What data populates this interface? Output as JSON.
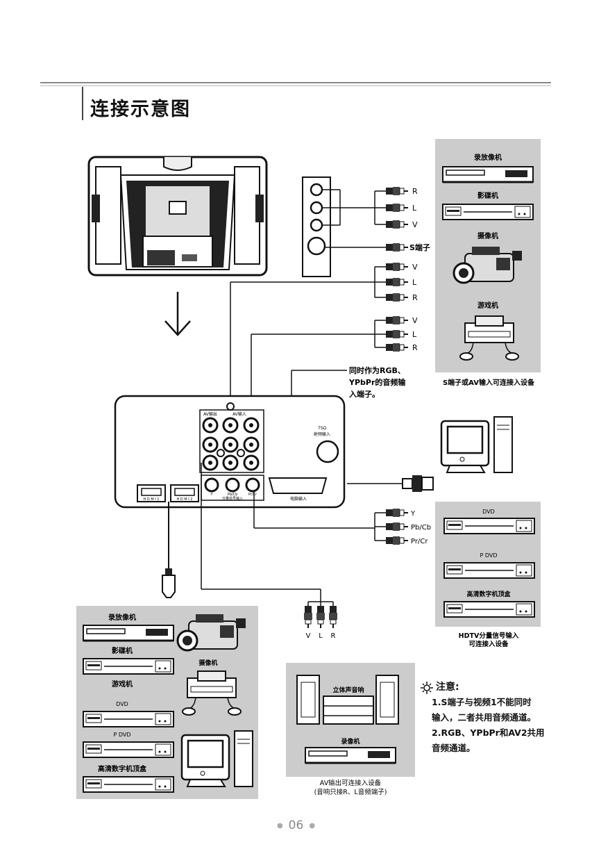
{
  "page": {
    "title": "连接示意图",
    "page_number": "06"
  },
  "panel_top_right": {
    "items": [
      "录放像机",
      "影碟机",
      "摄像机",
      "游戏机"
    ],
    "caption": "S端子或AV输入可连接入设备"
  },
  "panel_hdtv": {
    "items": [
      "DVD",
      "P DVD",
      "高清数字机顶盒"
    ],
    "caption_line1": "HDTV分量信号输入",
    "caption_line2": "可连接入设备"
  },
  "panel_bottom_left": {
    "items": [
      "录放像机",
      "影碟机",
      "游戏机",
      "摄像机",
      "DVD",
      "P DVD",
      "高清数字机顶盒"
    ]
  },
  "panel_bottom_mid": {
    "items": [
      "立体声音响",
      "录像机"
    ],
    "caption_line1": "AV输出可连接入设备",
    "caption_line2": "(音响只接R、L音频端子)"
  },
  "side_panel": {
    "plug_labels": [
      "R",
      "L",
      "V",
      "S端子"
    ]
  },
  "cables": {
    "group1": [
      "V",
      "L",
      "R"
    ],
    "group2": [
      "V",
      "L",
      "R"
    ],
    "component": [
      "Y",
      "Pb/Cb",
      "Pr/Cr"
    ],
    "bottom": [
      "V",
      "L",
      "R"
    ]
  },
  "callout": {
    "line1": "同时作为RGB、",
    "line2": "YPbPr的音频输",
    "line3": "入端子。"
  },
  "rear_panel": {
    "hdmi1": "H D M I 1",
    "hdmi2": "H D M I 2",
    "av_label1": "AV输出",
    "av_label2": "AV输入",
    "component_label": "分量信号输入",
    "component_ports": [
      "Y",
      "Pb/Cb",
      "Pr/Cr"
    ],
    "vga_label": "电脑输入",
    "rf_label_line1": "75Ω",
    "rf_label_line2": "射频输入"
  },
  "note": {
    "heading": "注意:",
    "line1": "1.S端子与视频1不能同时",
    "line2": "输入，二者共用音频通道。",
    "line3": "2.RGB、YPbPr和AV2共用",
    "line4": "音频通道。"
  }
}
